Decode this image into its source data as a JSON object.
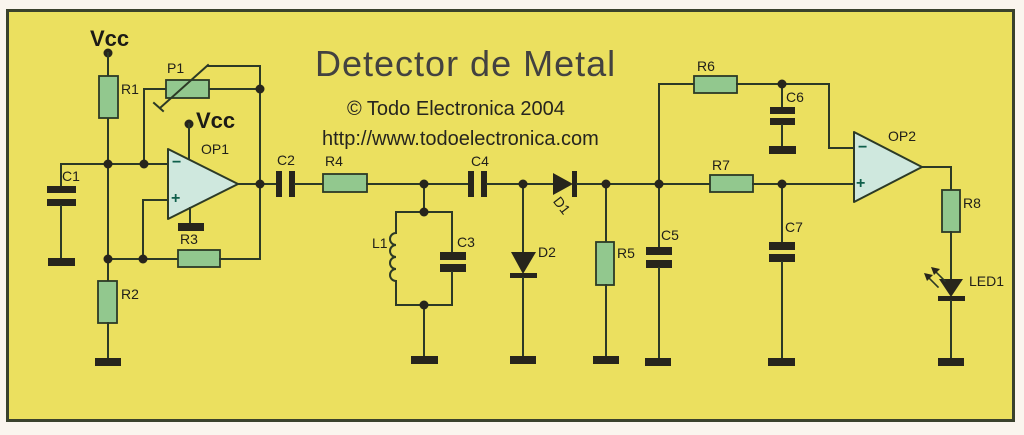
{
  "title": "Detector de Metal",
  "credit_line1": "© Todo Electronica 2004",
  "credit_line2": "http://www.todoelectronica.com",
  "power": {
    "vcc_top": "Vcc",
    "vcc_op1": "Vcc"
  },
  "opamps": {
    "op1": {
      "name": "OP1",
      "inverting": "−",
      "non_inverting": "+"
    },
    "op2": {
      "name": "OP2",
      "inverting": "−",
      "non_inverting": "+"
    }
  },
  "components": {
    "r1": "R1",
    "r2": "R2",
    "r3": "R3",
    "r4": "R4",
    "r5": "R5",
    "r6": "R6",
    "r7": "R7",
    "r8": "R8",
    "p1": "P1",
    "c1": "C1",
    "c2": "C2",
    "c3": "C3",
    "c4": "C4",
    "c5": "C5",
    "c6": "C6",
    "c7": "C7",
    "l1": "L1",
    "d1": "D1",
    "d2": "D2",
    "led1": "LED1"
  },
  "colors": {
    "board_background": "#ebe05f",
    "page_background": "#faf5ee",
    "component_fill_green": "#92c88e",
    "opamp_fill_cyan": "#cfe8de",
    "wire": "#2c3a26",
    "ink_black": "#27251c",
    "opamp_sign_teal": "#0f5f4b"
  }
}
